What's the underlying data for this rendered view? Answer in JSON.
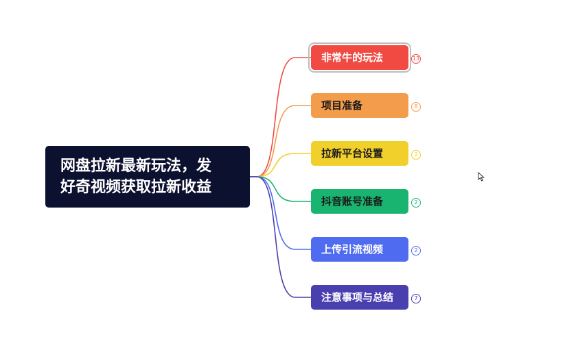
{
  "root": {
    "line1": "网盘拉新最新玩法，发",
    "line2": "好奇视频获取拉新收益"
  },
  "branches": [
    {
      "label": "非常牛的玩法",
      "count": "13",
      "color": "#f04a43",
      "text_color": "#ffffff",
      "selected": true
    },
    {
      "label": "项目准备",
      "count": "8",
      "color": "#f39c4b",
      "text_color": "#1a1a1a",
      "selected": false
    },
    {
      "label": "拉新平台设置",
      "count": "2",
      "color": "#f2d02c",
      "text_color": "#1a1a1a",
      "selected": false
    },
    {
      "label": "抖音账号准备",
      "count": "2",
      "color": "#19b46f",
      "text_color": "#1a1a1a",
      "selected": false
    },
    {
      "label": "上传引流视频",
      "count": "2",
      "color": "#4f6bf0",
      "text_color": "#ffffff",
      "selected": false
    },
    {
      "label": "注意事项与总结",
      "count": "7",
      "color": "#4a3fae",
      "text_color": "#ffffff",
      "selected": false
    }
  ],
  "icons": {
    "cursor": "mouse-pointer-icon"
  }
}
